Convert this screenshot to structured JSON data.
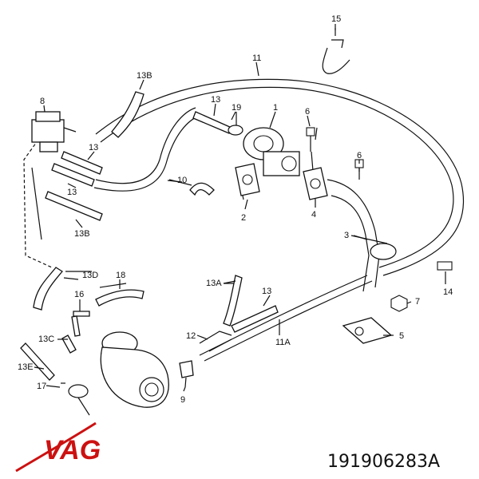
{
  "diagram": {
    "callouts": {
      "c1": "1",
      "c2": "2",
      "c3": "3",
      "c4": "4",
      "c5": "5",
      "c6a": "6",
      "c6b": "6",
      "c7": "7",
      "c8": "8",
      "c9": "9",
      "c10": "10",
      "c11": "11",
      "c11a": "11A",
      "c12": "12",
      "c13a": "13",
      "c13b": "13",
      "c13c": "13",
      "c13d": "13",
      "c13A": "13A",
      "c13B_top": "13B",
      "c13B_bottom": "13B",
      "c13C": "13C",
      "c13D": "13D",
      "c13E": "13E",
      "c14": "14",
      "c15": "15",
      "c17": "17",
      "c18": "18",
      "c19": "19"
    },
    "logo": "VAG",
    "part_number": "191906283A",
    "colors": {
      "logo": "#cc1111",
      "ink": "#111111"
    }
  }
}
